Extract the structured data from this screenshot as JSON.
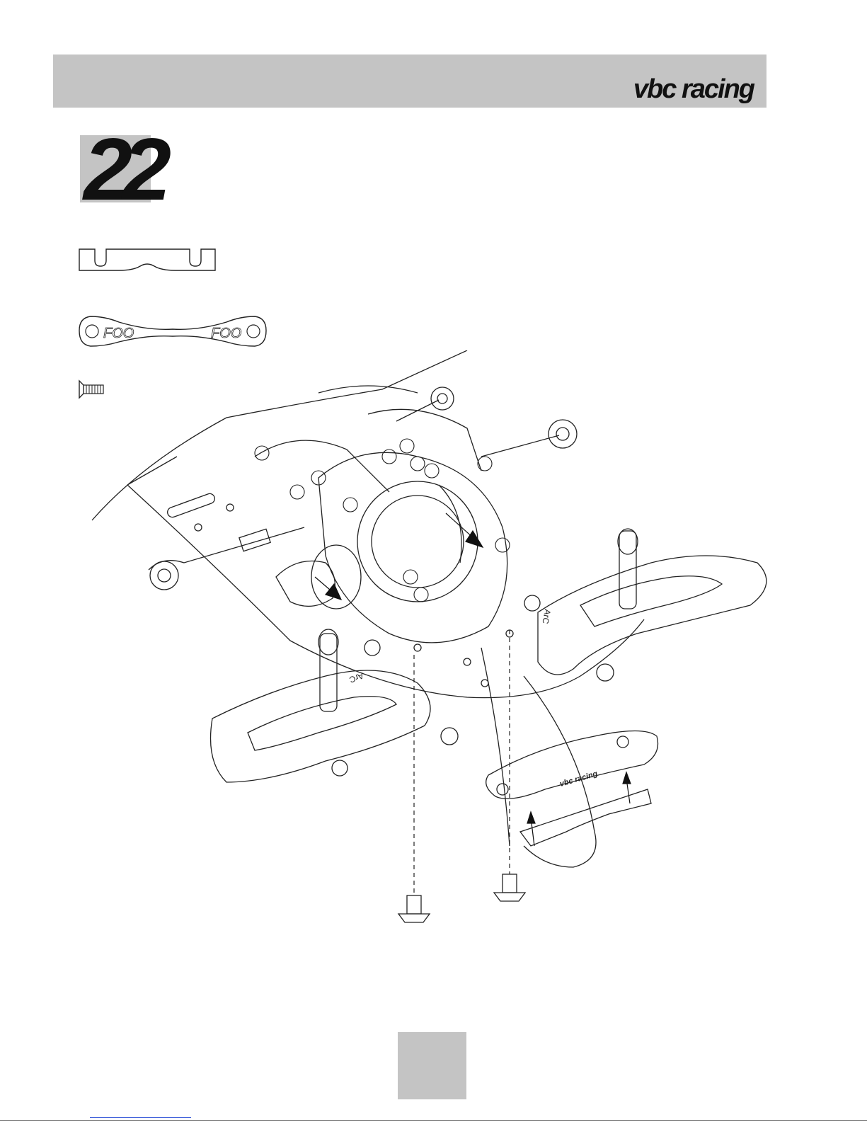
{
  "header": {
    "brand": "vbc racing"
  },
  "step": {
    "number": "22"
  },
  "parts": [
    {
      "name": "spacer-plate"
    },
    {
      "name": "brace-plate",
      "marking_left": "FOO",
      "marking_right": "FOO"
    },
    {
      "name": "countersunk-screw"
    }
  ],
  "drawing": {
    "brace_marking": "vbc racing",
    "arm_marking_left": "ArC",
    "arm_marking_right": "ArC"
  },
  "footer": {
    "page_number": ""
  }
}
